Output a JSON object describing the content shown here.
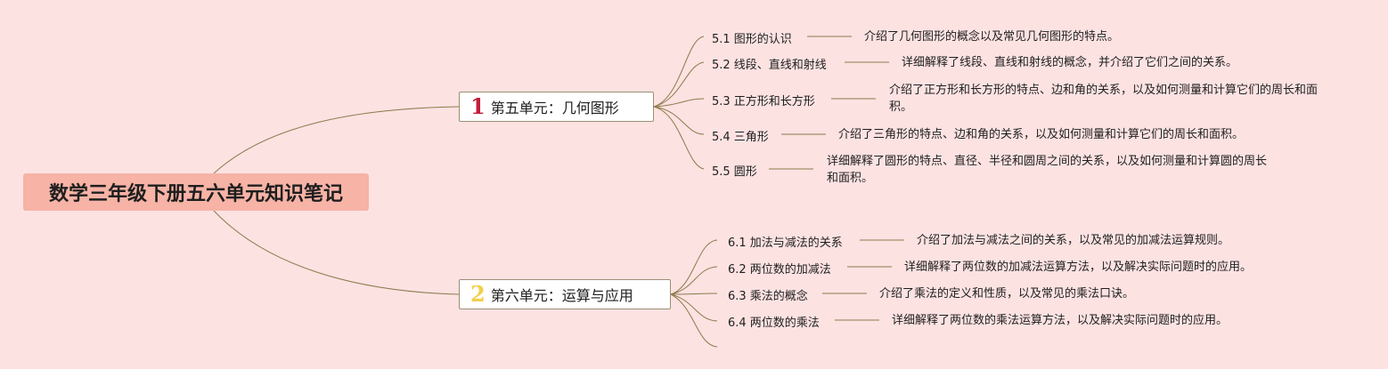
{
  "root": {
    "title": "数学三年级下册五六单元知识笔记"
  },
  "units": [
    {
      "badge": "1",
      "badge_color": "#c21d3a",
      "title": "第五单元：几何图形",
      "lessons": [
        {
          "title": "5.1 图形的认识",
          "desc": "介绍了几何图形的概念以及常见几何图形的特点。"
        },
        {
          "title": "5.2 线段、直线和射线",
          "desc": "详细解释了线段、直线和射线的概念，并介绍了它们之间的关系。"
        },
        {
          "title": "5.3 正方形和长方形",
          "desc": "介绍了正方形和长方形的特点、边和角的关系，以及如何测量和计算它们的周长和面积。"
        },
        {
          "title": "5.4 三角形",
          "desc": "介绍了三角形的特点、边和角的关系，以及如何测量和计算它们的周长和面积。"
        },
        {
          "title": "5.5 圆形",
          "desc": "详细解释了圆形的特点、直径、半径和圆周之间的关系，以及如何测量和计算圆的周长和面积。"
        }
      ]
    },
    {
      "badge": "2",
      "badge_color": "#f2cf4a",
      "title": "第六单元：运算与应用",
      "lessons": [
        {
          "title": "6.1 加法与减法的关系",
          "desc": "介绍了加法与减法之间的关系，以及常见的加减法运算规则。"
        },
        {
          "title": "6.2 两位数的加减法",
          "desc": "详细解释了两位数的加减法运算方法，以及解决实际问题时的应用。"
        },
        {
          "title": "6.3 乘法的概念",
          "desc": "介绍了乘法的定义和性质，以及常见的乘法口诀。"
        },
        {
          "title": "6.4 两位数的乘法",
          "desc": "详细解释了两位数的乘法运算方法，以及解决实际问题时的应用。"
        }
      ]
    }
  ],
  "colors": {
    "background": "#fde2e2",
    "root_fill": "#f6b3a6",
    "line": "#8a7b4a"
  }
}
